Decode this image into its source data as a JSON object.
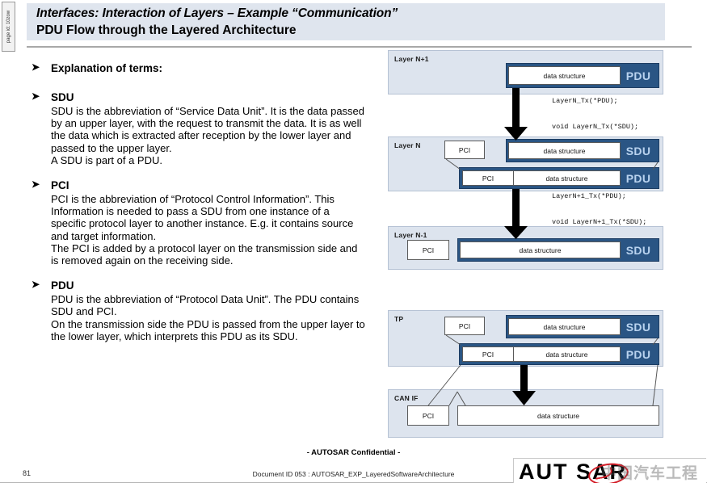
{
  "page_id_strip": {
    "text": "page id: 10zow"
  },
  "header": {
    "title_line1": "Interfaces: Interaction of Layers – Example “Communication”",
    "title_line2": "PDU Flow through the Layered Architecture",
    "band_color": "#dfe5ee"
  },
  "content": {
    "bullet_glyph": "➤",
    "blocks": [
      {
        "heading": "Explanation of terms:",
        "paragraphs": []
      },
      {
        "heading": "SDU",
        "paragraphs": [
          "SDU is the abbreviation of “Service Data Unit”. It is the data passed by an upper layer, with the request to transmit the data. It is as well the data which is extracted after reception by the lower layer and passed to the upper layer.",
          "A SDU is part of a PDU."
        ]
      },
      {
        "heading": "PCI",
        "paragraphs": [
          "PCI is the abbreviation of “Protocol Control Information”. This Information is needed to pass a SDU from one instance of a specific protocol layer to another instance. E.g. it contains source and target information.",
          "The PCI is added by a protocol layer on the transmission side and is removed again on the receiving side."
        ]
      },
      {
        "heading": "PDU",
        "paragraphs": [
          "PDU is the abbreviation of “Protocol Data Unit”. The PDU contains SDU and PCI.",
          "On the transmission side the PDU is passed from the upper layer to the lower layer, which interprets this PDU as its SDU."
        ]
      }
    ]
  },
  "diagram": {
    "colors": {
      "layer_fill": "#dde4ee",
      "unit_frame": "#2a5584",
      "tag_text": "#b9d3ef",
      "cell_fill": "#ffffff"
    },
    "layers": [
      {
        "name": "layer-n-plus-1",
        "label": "Layer N+1"
      },
      {
        "name": "layer-n",
        "label": "Layer N"
      },
      {
        "name": "layer-n-minus-1",
        "label": "Layer N-1"
      },
      {
        "name": "tp",
        "label": "TP"
      },
      {
        "name": "can-if",
        "label": "CAN IF"
      }
    ],
    "cell_labels": {
      "data_structure": "data structure",
      "pci": "PCI"
    },
    "tags": {
      "pdu": "PDU",
      "sdu": "SDU"
    },
    "code_labels": [
      "LayerN_Tx(*PDU);",
      "void LayerN_Tx(*SDU);",
      "LayerN+1_Tx(*PDU);",
      "void LayerN+1_Tx(*SDU);"
    ]
  },
  "footer": {
    "confidential": "- AUTOSAR Confidential -",
    "page_number": "81",
    "document_id": "Document ID 053 : AUTOSAR_EXP_LayeredSoftwareArchitecture",
    "logo_text": "AUT    SAR",
    "logo_watermark": "中国汽车工程",
    "logo_accent": "#d4202a"
  }
}
